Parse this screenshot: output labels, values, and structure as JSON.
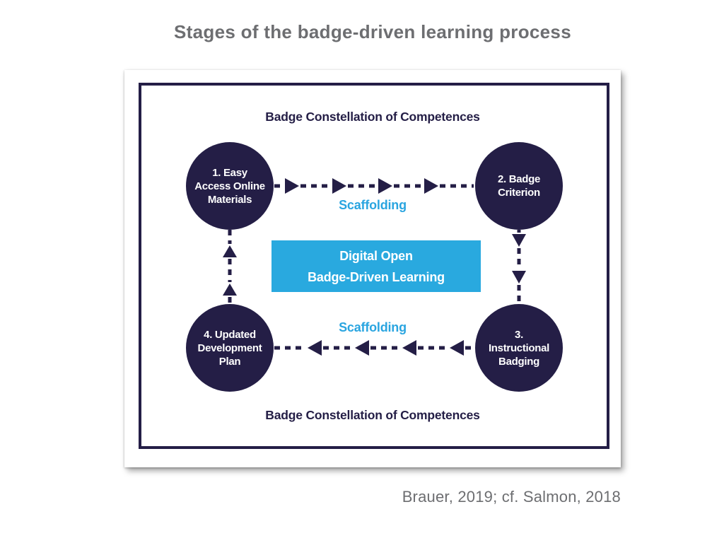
{
  "page": {
    "title": "Stages of the badge-driven learning process",
    "citation": "Brauer, 2019; cf. Salmon, 2018"
  },
  "diagram": {
    "top_banner": "Badge Constellation of Competences",
    "bottom_banner": "Badge Constellation of Competences",
    "center_box": {
      "line1": "Digital Open",
      "line2": "Badge-Driven Learning"
    },
    "scaffolding_top": "Scaffolding",
    "scaffolding_bottom": "Scaffolding",
    "stages": [
      {
        "id": "1",
        "lines": [
          "1. Easy",
          "Access Online",
          "Materials"
        ]
      },
      {
        "id": "2",
        "lines": [
          "2. Badge",
          "Criterion"
        ]
      },
      {
        "id": "3",
        "lines": [
          "3.",
          "Instructional",
          "Badging"
        ]
      },
      {
        "id": "4",
        "lines": [
          "4. Updated",
          "Development",
          "Plan"
        ]
      }
    ],
    "colors": {
      "navy": "#241e46",
      "accent_blue": "#29a9df",
      "scaffolding_blue": "#2aa5e0",
      "gray_text": "#6d6e71"
    }
  }
}
